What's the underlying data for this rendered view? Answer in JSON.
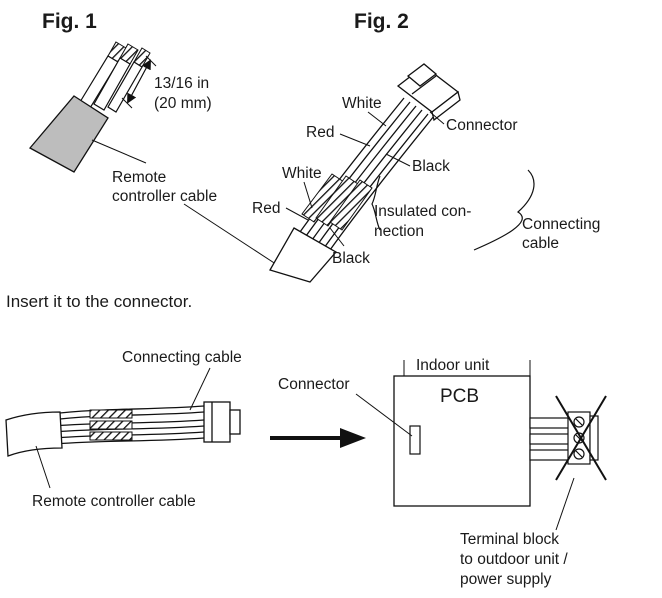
{
  "fig1": {
    "title": "Fig. 1",
    "strip_length_line1": "13/16 in",
    "strip_length_line2": "(20 mm)",
    "cable_label_line1": "Remote",
    "cable_label_line2": "controller cable"
  },
  "fig2": {
    "title": "Fig. 2",
    "white_top": "White",
    "red_top": "Red",
    "connector": "Connector",
    "black_top": "Black",
    "white_bottom": "White",
    "red_bottom": "Red",
    "insulated_line1": "Insulated con-",
    "insulated_line2": "nection",
    "black_bottom": "Black",
    "connecting_line1": "Connecting",
    "connecting_line2": "cable"
  },
  "instruction": "Insert it to the connector.",
  "lower": {
    "connecting_cable": "Connecting cable",
    "remote_controller_cable": "Remote controller cable",
    "indoor_unit": "Indoor unit",
    "connector": "Connector",
    "pcb": "PCB",
    "terminal_line1": "Terminal block",
    "terminal_line2": "to outdoor unit /",
    "terminal_line3": "power supply"
  }
}
